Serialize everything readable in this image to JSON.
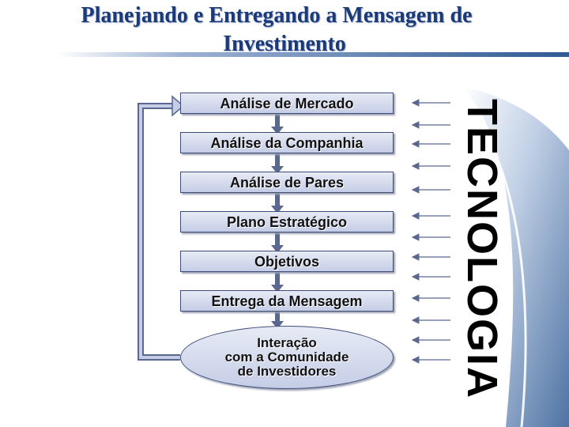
{
  "title": {
    "line1": "Planejando e Entregando a Mensagem de",
    "line2": "Investimento"
  },
  "steps": [
    "Análise de Mercado",
    "Análise da Companhia",
    "Análise de Pares",
    "Plano Estratégico",
    "Objetivos",
    "Entrega da Mensagem"
  ],
  "final_step": {
    "line1": "Interação",
    "line2": "com a Comunidade",
    "line3": "de Investidores"
  },
  "side_label": "TECNOLOGIA",
  "colors": {
    "title": "#1a3a7a",
    "box_top": "#e7ebf5",
    "box_bottom": "#c5cde6",
    "box_border": "#3e4d78",
    "swoosh": "#2f5a93",
    "connector": "#5a6890"
  }
}
